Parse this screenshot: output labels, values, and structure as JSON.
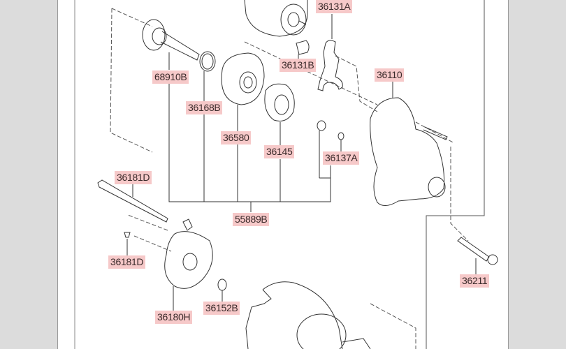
{
  "diagram": {
    "title": "Starter motor exploded parts view",
    "labels": {
      "p36131A": "36131A",
      "p36131B": "36131B",
      "p68910B": "68910B",
      "p36110": "36110",
      "p36168B": "36168B",
      "p36580": "36580",
      "p36145": "36145",
      "p36137A": "36137A",
      "p36181D_top": "36181D",
      "p55889B": "55889B",
      "p36181D_mid": "36181D",
      "p36211": "36211",
      "p36152B": "36152B",
      "p36180H": "36180H"
    },
    "colors": {
      "label_bg": "#f6c9c9",
      "line": "#333333",
      "background": "#dcdcdc"
    }
  }
}
